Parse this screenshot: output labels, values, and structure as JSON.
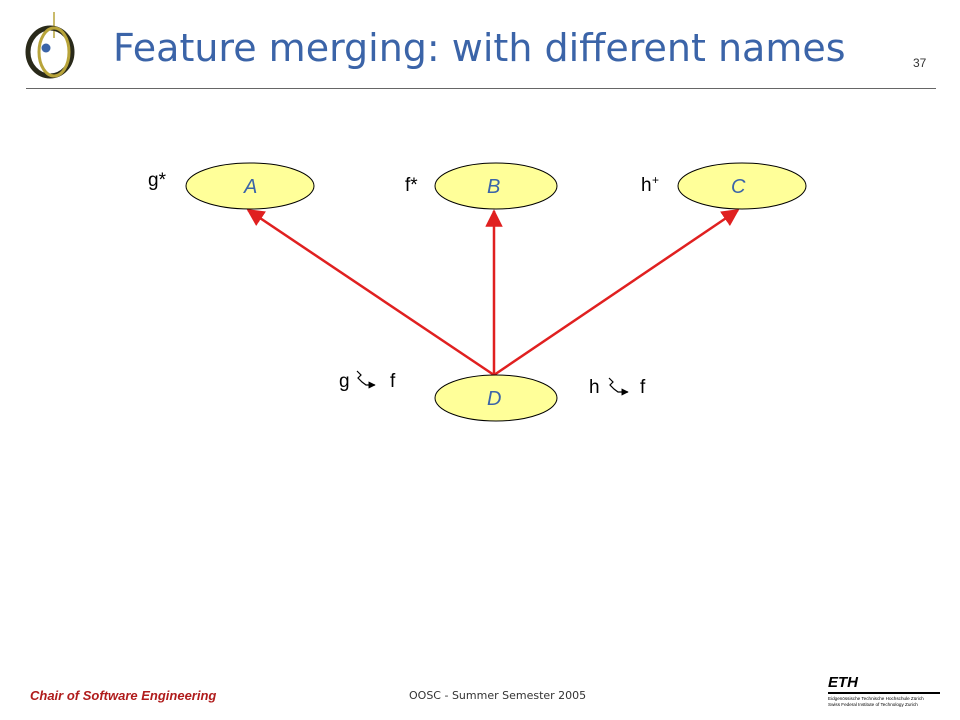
{
  "slide": {
    "title": "Feature merging: with different names",
    "page_number": "37"
  },
  "diagram": {
    "nodes": {
      "A": "A",
      "B": "B",
      "C": "C",
      "D": "D"
    },
    "feature_labels": {
      "a": "g*",
      "b": "f*",
      "c_base": "h",
      "c_sup": "+"
    },
    "renames": {
      "left_from": "g",
      "left_to": "f",
      "right_from": "h",
      "right_to": "f"
    },
    "colors": {
      "node_fill": "#ffff99",
      "arrow": "#e02020",
      "node_text": "#3b64a8"
    }
  },
  "footer": {
    "chair": "Chair of Software Engineering",
    "course": "OOSC - Summer Semester 2005",
    "eth_logo": "ETH",
    "eth_line1": "Eidgenössische Technische Hochschule Zürich",
    "eth_line2": "Swiss Federal Institute of Technology Zurich"
  }
}
